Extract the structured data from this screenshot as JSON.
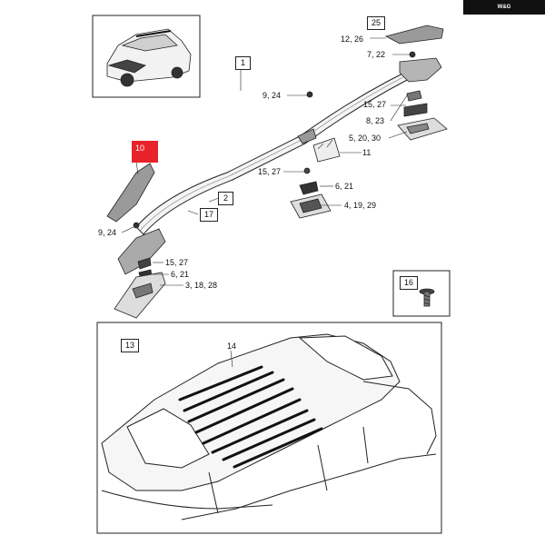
{
  "brand": {
    "label": "W&G"
  },
  "callouts": {
    "c1": "1",
    "c2": "2",
    "c10": "10",
    "c11": "11",
    "c13": "13",
    "c14": "14",
    "c16": "16",
    "c17": "17",
    "c25": "25",
    "c_12_26": "12, 26",
    "c_7_22": "7, 22",
    "c_9_24_top": "9, 24",
    "c_15_27_top": "15, 27",
    "c_8_23": "8, 23",
    "c_5_20_30": "5, 20, 30",
    "c_15_27_mid": "15, 27",
    "c_6_21_mid": "6, 21",
    "c_4_19_29": "4, 19, 29",
    "c_9_24_left": "9, 24",
    "c_15_27_bot": "15, 27",
    "c_6_21_bot": "6, 21",
    "c_3_18_28": "3, 18, 28"
  },
  "colors": {
    "highlight": "#e8222a",
    "line": "#222222",
    "part_fill": "#9a9a9a"
  }
}
